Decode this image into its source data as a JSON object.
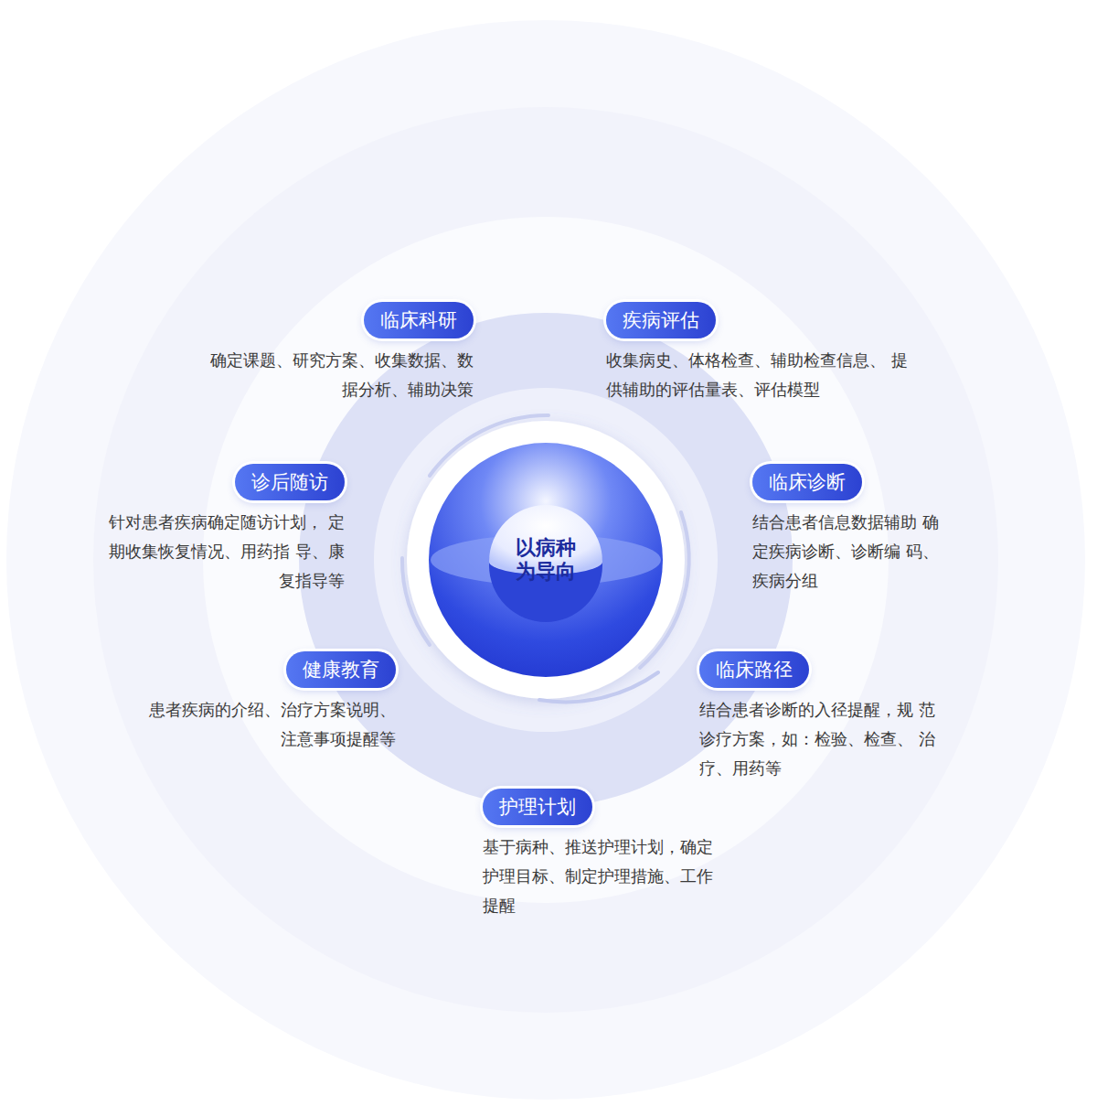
{
  "diagram": {
    "nodes": [
      {
        "text": [
          "以病种 为导向"
        ]
      },
      {
        "text": [
          "临床科研",
          "确定课题、研究方案、收集数据、数 据分析、辅助决策"
        ]
      },
      {
        "text": [
          "疾病评估",
          "收集病史、体格检查、辅助检查信息、 提供辅助的评估量表、评估模型"
        ]
      },
      {
        "text": [
          "诊后随访",
          "针对患者疾病确定随访计划， 定期收集恢复情况、用药指 导、康复指导等"
        ]
      },
      {
        "text": [
          "临床诊断",
          "结合患者信息数据辅助 确定疾病诊断、诊断编 码、疾病分组"
        ]
      },
      {
        "text": [
          "健康教育",
          "患者疾病的介绍、治疗方案说明、 注意事项提醒等"
        ]
      },
      {
        "text": [
          "临床路径",
          "结合患者诊断的入径提醒，规 范诊疗方案，如：检验、检查、 治疗、用药等"
        ]
      },
      {
        "text": [
          "护理计划",
          "基于病种、推送护理计划，确定 护理目标、制定护理措施、工作 提醒"
        ]
      }
    ]
  }
}
